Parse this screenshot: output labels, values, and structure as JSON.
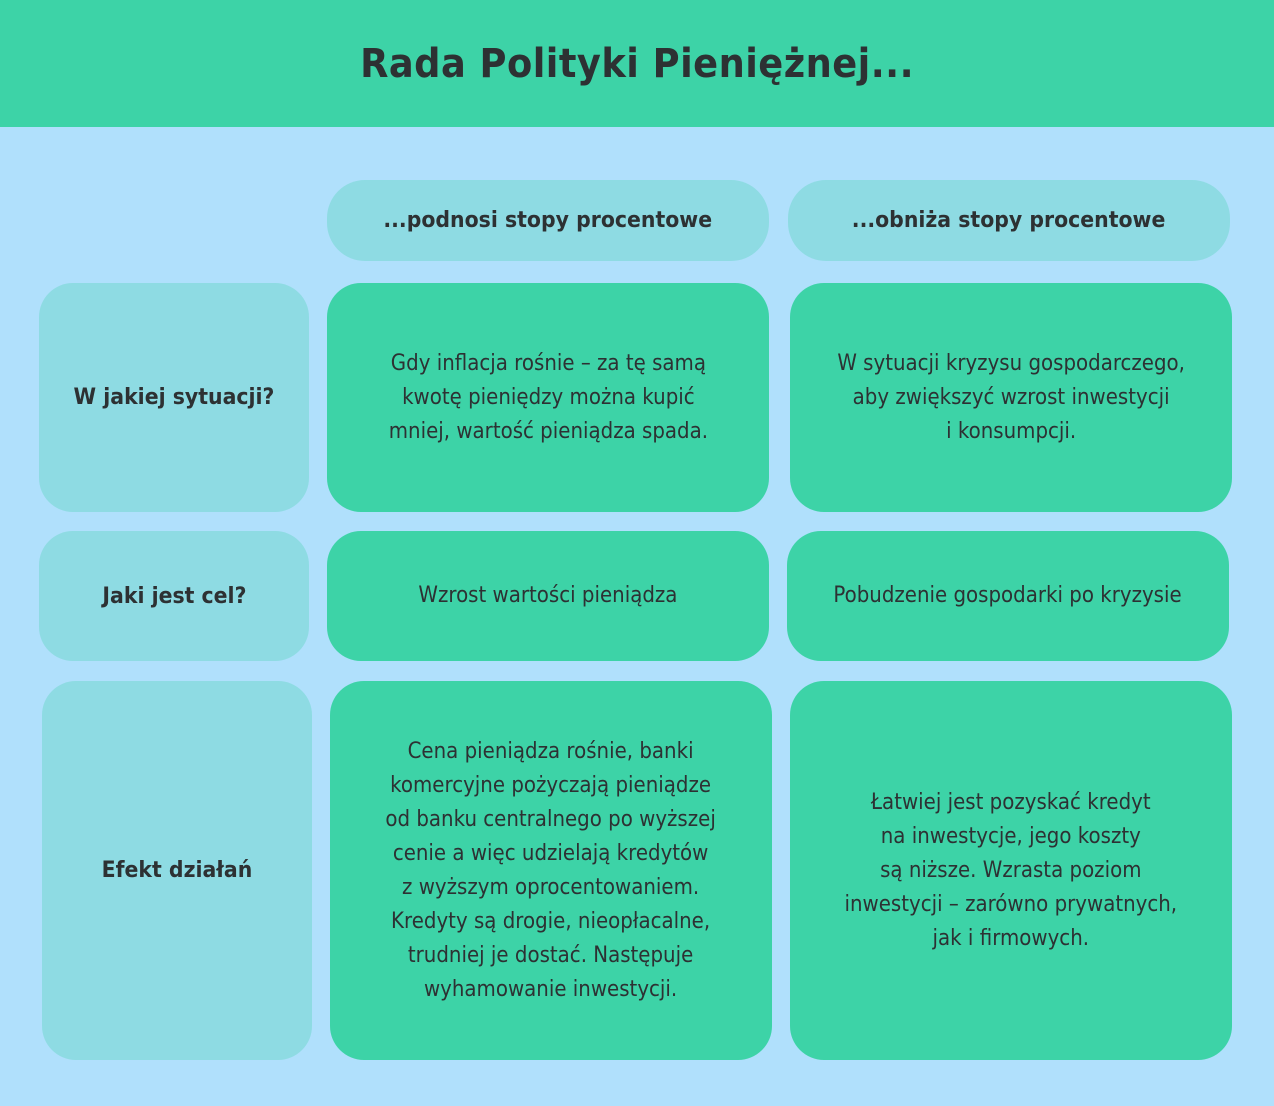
{
  "header": {
    "title": "Rada Polityki Pieniężnej..."
  },
  "columns": [
    {
      "label": "...podnosi stopy procentowe"
    },
    {
      "label": "...obniża stopy procentowe"
    }
  ],
  "rows": [
    {
      "label": "W jakiej sytuacji?",
      "cells": [
        "Gdy inflacja rośnie – za tę samą\nkwotę pieniędzy można kupić\nmniej, wartość pieniądza spada.",
        "W sytuacji kryzysu gospodarczego,\naby zwiększyć wzrost inwestycji\ni konsumpcji."
      ]
    },
    {
      "label": "Jaki jest cel?",
      "cells": [
        "Wzrost wartości pieniądza",
        "Pobudzenie gospodarki po kryzysie"
      ]
    },
    {
      "label": "Efekt działań",
      "cells": [
        "Cena pieniądza rośnie, banki\nkomercyjne pożyczają pieniądze\nod banku centralnego po wyższej\ncenie a więc udzielają kredytów\nz wyższym oprocentowaniem.\nKredyty są drogie, nieopłacalne,\ntrudniej je dostać. Następuje\nwyhamowanie inwestycji.",
        "Łatwiej jest pozyskać kredyt\nna inwestycje, jego koszty\nsą niższe. Wzrasta poziom\ninwestycji – zarówno prywatnych,\njak i firmowych."
      ]
    }
  ],
  "colors": {
    "background": "#b0e0fc",
    "header": "#3dd3a7",
    "label_box": "#8edbe3",
    "content_box": "#3dd3a7",
    "text": "#2d3133"
  }
}
